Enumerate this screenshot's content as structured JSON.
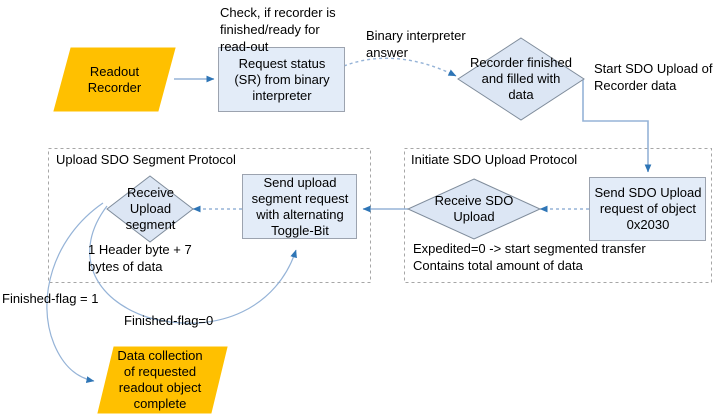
{
  "diagram": {
    "title": "SDO Upload Readout Recorder Flowchart",
    "colors": {
      "process_fill": "#E3ECF8",
      "process_stroke": "#9CA3AF",
      "decision_fill": "#DCE6F4",
      "decision_stroke": "#7F8C9B",
      "terminator_fill": "#FFC000",
      "terminator_stroke": "#FFC000",
      "connector": "#95B3D7",
      "arrowhead": "#2E75B6",
      "group_border": "#A6A6A6"
    },
    "nodes": {
      "readout_recorder": {
        "label": "Readout\nRecorder",
        "shape": "parallelogram"
      },
      "request_status": {
        "label": "Request status\n(SR) from binary\ninterpreter",
        "shape": "process"
      },
      "recorder_finished": {
        "label": "Recorder finished\nand filled  with\ndata",
        "shape": "decision"
      },
      "send_sdo_upload": {
        "label": "Send SDO Upload\nrequest of object\n0x2030",
        "shape": "process"
      },
      "receive_sdo_upload": {
        "label": "Receive SDO\nUpload",
        "shape": "decision"
      },
      "send_upload_segment": {
        "label": "Send upload\nsegment request\nwith alternating\nToggle-Bit",
        "shape": "process"
      },
      "receive_upload_segment": {
        "label": "Receive\nUpload\nsegment",
        "shape": "decision"
      },
      "data_collection_complete": {
        "label": "Data collection\nof requested\nreadout object\ncomplete",
        "shape": "parallelogram"
      }
    },
    "groups": {
      "upload_segment_protocol": {
        "title": "Upload SDO Segment Protocol"
      },
      "initiate_upload_protocol": {
        "title": "Initiate SDO Upload Protocol"
      }
    },
    "annotations": {
      "check_recorder": "Check, if recorder is\nfinished/ready for\nread-out",
      "binary_answer": "Binary interpreter\nanswer",
      "start_sdo_upload": "Start SDO Upload of\nRecorder data",
      "expedited_note": "Expedited=0 -> start segmented transfer\nContains total amount of data",
      "header_byte_note": "1 Header byte + 7\nbytes of data",
      "finished_flag_1": "Finished-flag = 1",
      "finished_flag_0": "Finished-flag=0"
    }
  }
}
